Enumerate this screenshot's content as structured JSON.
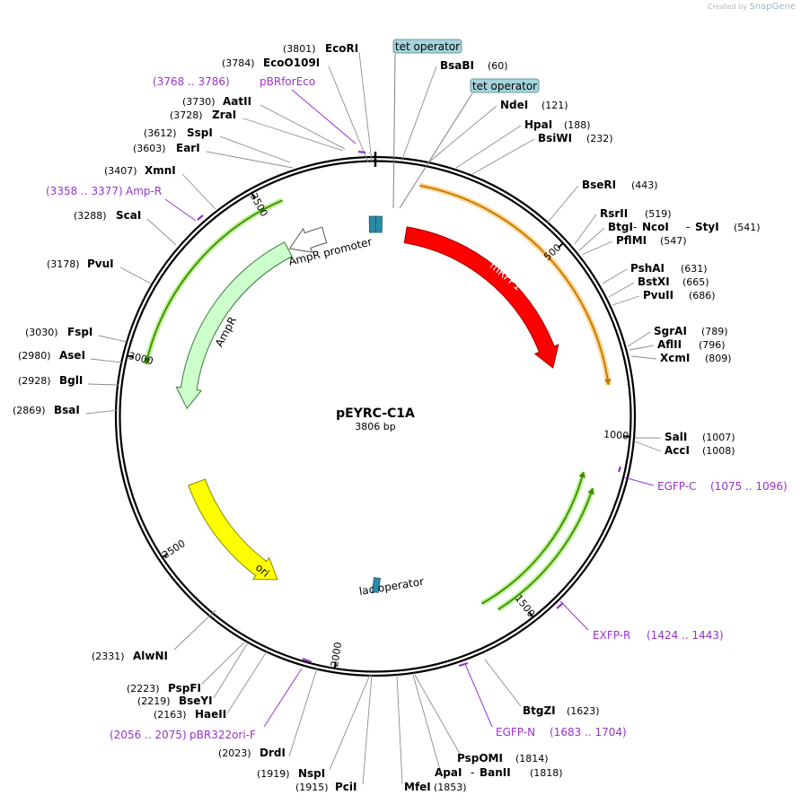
{
  "watermark": {
    "prefix": "Created by",
    "brand": "SnapGene"
  },
  "plasmid": {
    "name": "pEYRC-C1A",
    "length_label": "3806 bp",
    "length": 3806
  },
  "ticks": [
    {
      "pos": 500,
      "label": "500"
    },
    {
      "pos": 1000,
      "label": "1000"
    },
    {
      "pos": 1500,
      "label": "1500"
    },
    {
      "pos": 2000,
      "label": "2000"
    },
    {
      "pos": 2500,
      "label": "2500"
    },
    {
      "pos": 3000,
      "label": "3000"
    },
    {
      "pos": 3500,
      "label": "3500"
    }
  ],
  "sites": [
    {
      "name": "EcoRI",
      "pos": "(3801)",
      "bp": 3801,
      "side": "R"
    },
    {
      "name": "EcoO109I",
      "pos": "(3784)",
      "bp": 3784,
      "side": "R"
    },
    {
      "name": "AatII",
      "pos": "(3730)",
      "bp": 3730,
      "side": "R"
    },
    {
      "name": "ZraI",
      "pos": "(3728)",
      "bp": 3728,
      "side": "R"
    },
    {
      "name": "SspI",
      "pos": "(3612)",
      "bp": 3612,
      "side": "R"
    },
    {
      "name": "EarI",
      "pos": "(3603)",
      "bp": 3603,
      "side": "R"
    },
    {
      "name": "XmnI",
      "pos": "(3407)",
      "bp": 3407,
      "side": "R"
    },
    {
      "name": "ScaI",
      "pos": "(3288)",
      "bp": 3288,
      "side": "R"
    },
    {
      "name": "PvuI",
      "pos": "(3178)",
      "bp": 3178,
      "side": "R"
    },
    {
      "name": "FspI",
      "pos": "(3030)",
      "bp": 3030,
      "side": "R"
    },
    {
      "name": "AseI",
      "pos": "(2980)",
      "bp": 2980,
      "side": "R"
    },
    {
      "name": "BglI",
      "pos": "(2928)",
      "bp": 2928,
      "side": "R"
    },
    {
      "name": "BsaI",
      "pos": "(2869)",
      "bp": 2869,
      "side": "R"
    },
    {
      "name": "AlwNI",
      "pos": "(2331)",
      "bp": 2331,
      "side": "R"
    },
    {
      "name": "PspFI",
      "pos": "(2223)",
      "bp": 2223,
      "side": "R"
    },
    {
      "name": "BseYI",
      "pos": "(2219)",
      "bp": 2219,
      "side": "R"
    },
    {
      "name": "HaeII",
      "pos": "(2163)",
      "bp": 2163,
      "side": "R"
    },
    {
      "name": "DrdI",
      "pos": "(2023)",
      "bp": 2023,
      "side": "R"
    },
    {
      "name": "NspI",
      "pos": "(1919)",
      "bp": 1919,
      "side": "R"
    },
    {
      "name": "PciI",
      "pos": "(1915)",
      "bp": 1915,
      "side": "R"
    },
    {
      "name": "MfeI",
      "pos": "(1853)",
      "bp": 1853,
      "side": "L"
    },
    {
      "name": "ApaI",
      "pos": "(1818)",
      "bp": 1818,
      "side": "L",
      "joined": "BanII"
    },
    {
      "name": "PspOMI",
      "pos": "(1814)",
      "bp": 1814,
      "side": "L"
    },
    {
      "name": "BtgZI",
      "pos": "(1623)",
      "bp": 1623,
      "side": "L"
    },
    {
      "name": "SalI",
      "pos": "(1007)",
      "bp": 1007,
      "side": "L"
    },
    {
      "name": "AccI",
      "pos": "(1008)",
      "bp": 1008,
      "side": "L"
    },
    {
      "name": "XcmI",
      "pos": "(809)",
      "bp": 809,
      "side": "L"
    },
    {
      "name": "AflII",
      "pos": "(796)",
      "bp": 796,
      "side": "L"
    },
    {
      "name": "SgrAI",
      "pos": "(789)",
      "bp": 789,
      "side": "L"
    },
    {
      "name": "PvuII",
      "pos": "(686)",
      "bp": 686,
      "side": "L"
    },
    {
      "name": "BstXI",
      "pos": "(665)",
      "bp": 665,
      "side": "L"
    },
    {
      "name": "PshAI",
      "pos": "(631)",
      "bp": 631,
      "side": "L"
    },
    {
      "name": "PflMI",
      "pos": "(547)",
      "bp": 547,
      "side": "L"
    },
    {
      "name": "BtgI",
      "pos": "(541)",
      "bp": 541,
      "side": "L",
      "joined": [
        "NcoI",
        "StyI"
      ]
    },
    {
      "name": "RsrII",
      "pos": "(519)",
      "bp": 519,
      "side": "L"
    },
    {
      "name": "BseRI",
      "pos": "(443)",
      "bp": 443,
      "side": "L"
    },
    {
      "name": "BsiWI",
      "pos": "(232)",
      "bp": 232,
      "side": "L"
    },
    {
      "name": "HpaI",
      "pos": "(188)",
      "bp": 188,
      "side": "L"
    },
    {
      "name": "NdeI",
      "pos": "(121)",
      "bp": 121,
      "side": "L"
    },
    {
      "name": "BsaBI",
      "pos": "(60)",
      "bp": 60,
      "side": "L"
    }
  ],
  "primers": [
    {
      "name": "pBRforEco",
      "range": "(3768 .. 3786)",
      "side": "R"
    },
    {
      "name": "Amp-R",
      "range": "(3358 .. 3377)",
      "side": "R"
    },
    {
      "name": "EGFP-C",
      "range": "(1075 .. 1096)",
      "side": "L"
    },
    {
      "name": "EXFP-R",
      "range": "(1424 .. 1443)",
      "side": "L"
    },
    {
      "name": "EGFP-N",
      "range": "(1683 .. 1704)",
      "side": "L"
    },
    {
      "name": "pBR322ori-F",
      "range": "(2056 .. 2075)",
      "side": "R"
    }
  ],
  "features": [
    {
      "name": "mRFP1",
      "start": 100,
      "end": 790,
      "color": "#ff0000",
      "label_color": "#ffffff",
      "strand": "+"
    },
    {
      "name": "AmpR",
      "start": 2870,
      "end": 3530,
      "color": "#ccffcc",
      "label_color": "#000000",
      "strand": "-"
    },
    {
      "name": "AmpR promoter",
      "start": 3530,
      "end": 3636,
      "color": "#ffffff",
      "label_color": "#000000",
      "strand": "-"
    },
    {
      "name": "ori",
      "start": 2220,
      "end": 2640,
      "color": "#ffff00",
      "label_color": "#000000",
      "strand": "-"
    },
    {
      "name": "lac operator",
      "color": "#2b8aa8"
    }
  ],
  "boxed_features": [
    {
      "name": "tet operator",
      "fill": "#a6d4dc"
    },
    {
      "name": "tet operator",
      "fill": "#a6d4dc"
    }
  ],
  "colors": {
    "primer": "#9933cc",
    "site_line": "#808080",
    "orf_green": "#3d8b00",
    "orf_orange": "#c07800"
  }
}
